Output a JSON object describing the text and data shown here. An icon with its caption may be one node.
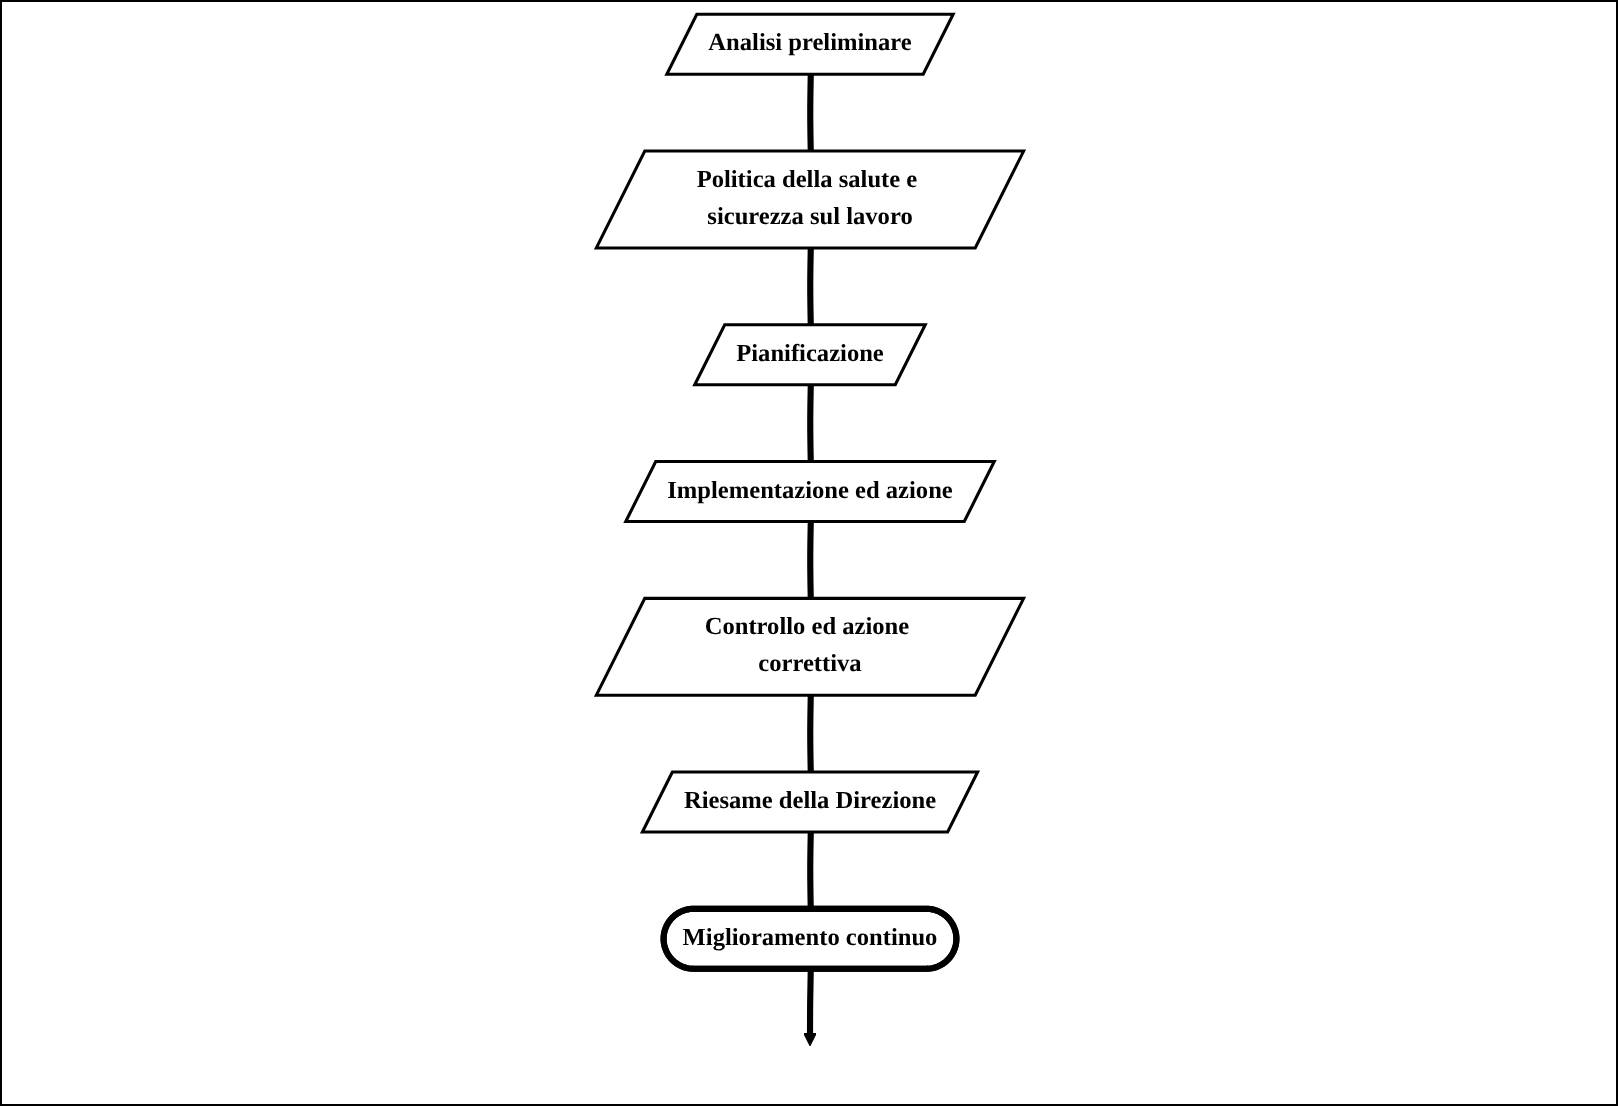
{
  "diagram": {
    "nodes": [
      {
        "text": [
          "Miglioramento continuo"
        ]
      },
      {
        "text": [
          "Riesame della Direzione"
        ]
      },
      {
        "text": [
          "Analisi preliminare"
        ]
      },
      {
        "text": [
          "Politica della salute e sicurezza sul lavoro"
        ]
      },
      {
        "text": [
          "Controllo ed azione correttiva"
        ]
      },
      {
        "text": [
          "Implementazione ed azione"
        ]
      },
      {
        "text": [
          "Pianificazione"
        ]
      }
    ],
    "edges": [
      {
        "from": 2,
        "to": 3,
        "arrow": "none"
      },
      {
        "from": 3,
        "to": 6,
        "arrow": "none"
      },
      {
        "from": 6,
        "to": 5,
        "arrow": "none"
      },
      {
        "from": 5,
        "to": 4,
        "arrow": "none"
      },
      {
        "from": 4,
        "to": 1,
        "arrow": "none"
      },
      {
        "from": 1,
        "to": 0,
        "arrow": "none"
      },
      {
        "from": 0,
        "to": null,
        "arrow": "to"
      }
    ]
  }
}
